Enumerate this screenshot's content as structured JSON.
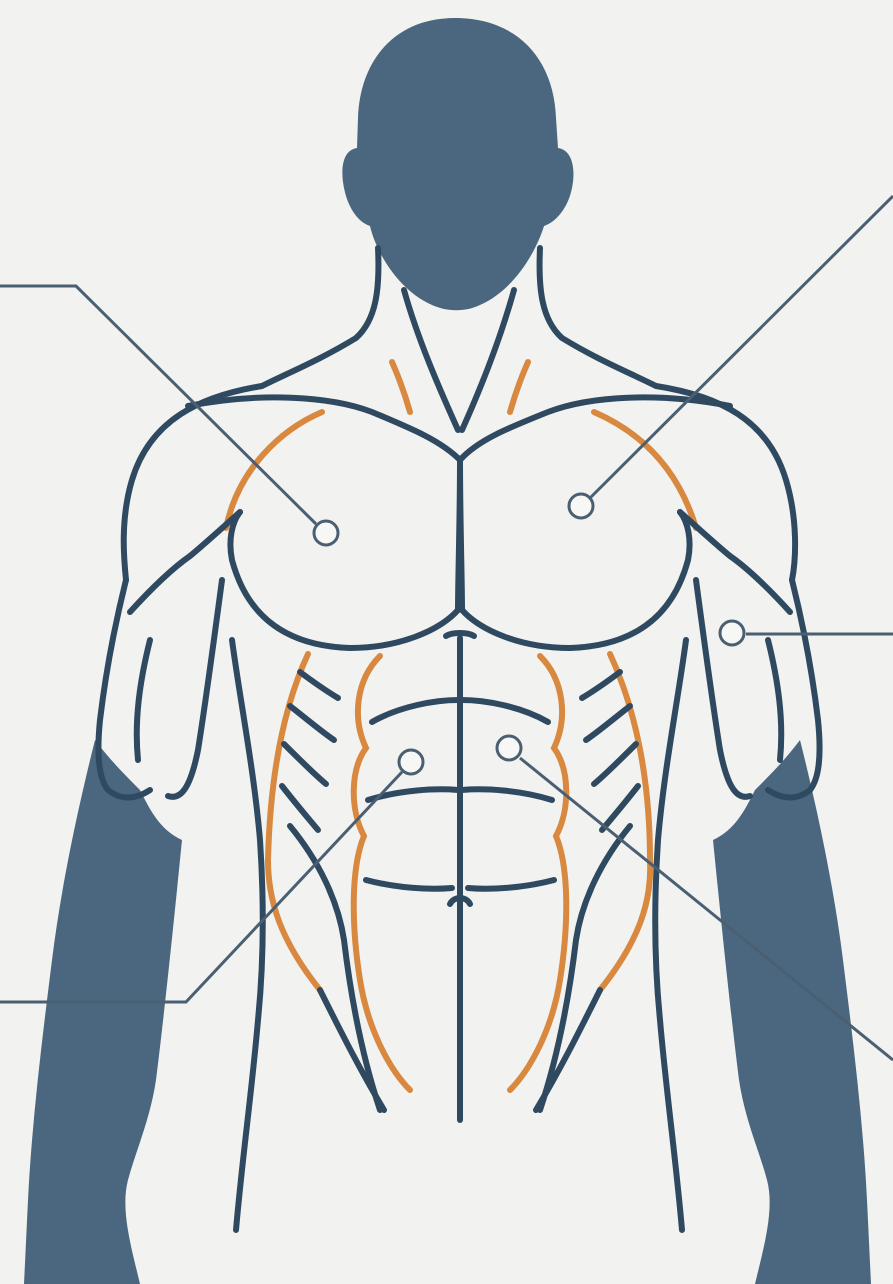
{
  "diagram": {
    "subject": "male-torso-muscle-anatomy",
    "colors": {
      "background": "#f2f2f0",
      "figure": "#4b6780",
      "outline": "#2f4a60",
      "accent": "#d9893f",
      "leader": "#4a5f72",
      "callout-fill": "#f7f7f5"
    },
    "callouts": [
      {
        "id": "left-chest",
        "label": ""
      },
      {
        "id": "right-chest",
        "label": ""
      },
      {
        "id": "right-arm",
        "label": ""
      },
      {
        "id": "left-abdomen",
        "label": ""
      },
      {
        "id": "right-abdomen",
        "label": ""
      }
    ]
  }
}
